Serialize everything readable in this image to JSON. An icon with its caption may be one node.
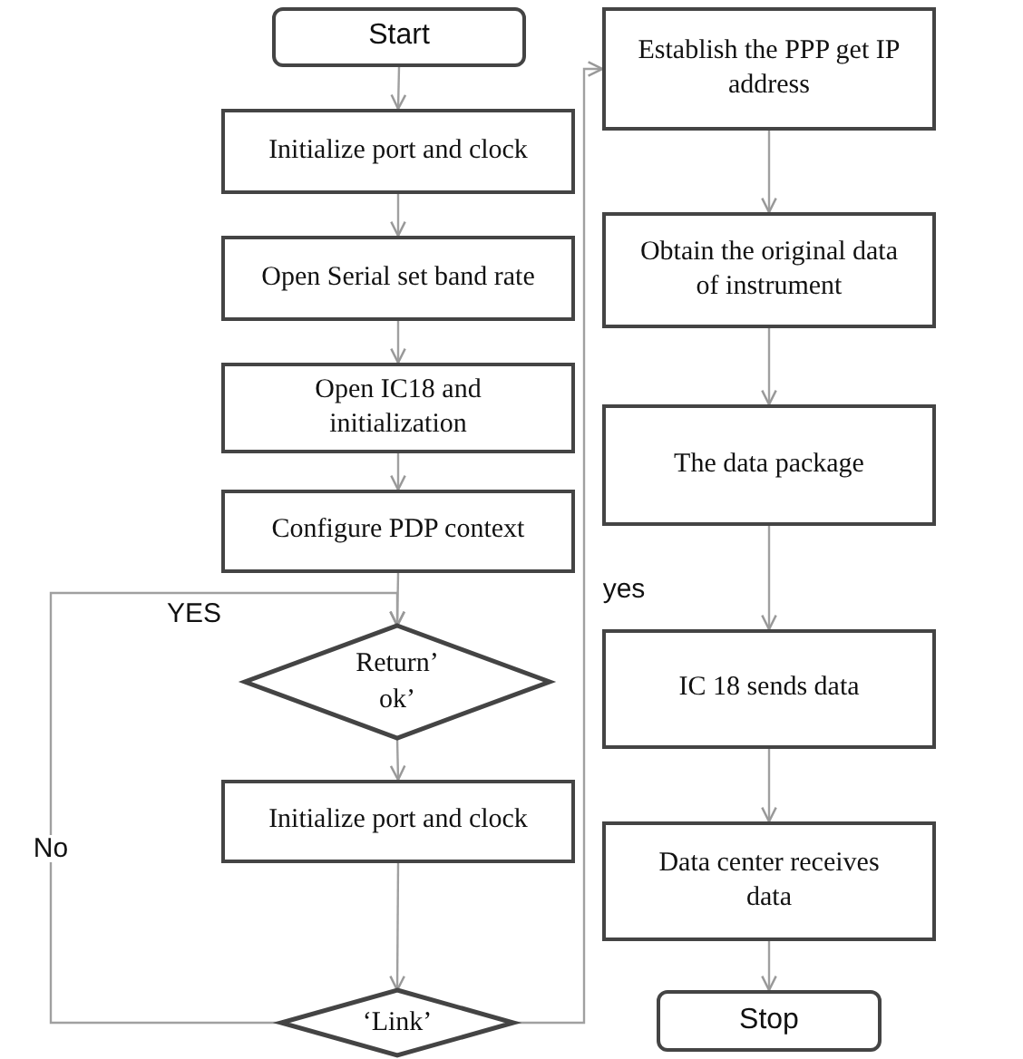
{
  "diagram": {
    "nodes": [
      {
        "text": [
          "Start"
        ]
      },
      {
        "text": [
          "Initialize port and clock"
        ]
      },
      {
        "text": [
          "Open Serial set band rate"
        ]
      },
      {
        "text": [
          "Open IC18 and initialization"
        ]
      },
      {
        "text": [
          "Configure PDP context"
        ]
      },
      {
        "text": [
          "Return’ ok’"
        ]
      },
      {
        "text": [
          "Initialize port and clock"
        ]
      },
      {
        "text": [
          "‘Link’"
        ]
      },
      {
        "text": [
          "Establish the PPP get IP address"
        ]
      },
      {
        "text": [
          "Obtain the original data of instrument"
        ]
      },
      {
        "text": [
          "The data package"
        ]
      },
      {
        "text": [
          "IC 18 sends data"
        ]
      },
      {
        "text": [
          "Data center receives data"
        ]
      },
      {
        "text": [
          "Stop"
        ]
      }
    ],
    "edges": [
      {
        "from": 0,
        "to": 1,
        "arrow": "to"
      },
      {
        "from": 1,
        "to": 2,
        "arrow": "to"
      },
      {
        "from": 2,
        "to": 3,
        "arrow": "to"
      },
      {
        "from": 3,
        "to": 4,
        "arrow": "to"
      },
      {
        "from": 4,
        "to": 5,
        "arrow": "to"
      },
      {
        "from": 5,
        "to": 6,
        "arrow": "to"
      },
      {
        "from": 6,
        "to": 7,
        "arrow": "to"
      },
      {
        "from": 7,
        "to": 8,
        "arrow": "to",
        "label": "yes"
      },
      {
        "from": 7,
        "to": 5,
        "arrow": "to",
        "label": "No"
      },
      {
        "from": 8,
        "to": 9,
        "arrow": "to"
      },
      {
        "from": 9,
        "to": 10,
        "arrow": "to"
      },
      {
        "from": 10,
        "to": 11,
        "arrow": "to"
      },
      {
        "from": 11,
        "to": 12,
        "arrow": "to"
      },
      {
        "from": 12,
        "to": 13,
        "arrow": "to"
      }
    ],
    "labels": [
      "YES"
    ]
  }
}
